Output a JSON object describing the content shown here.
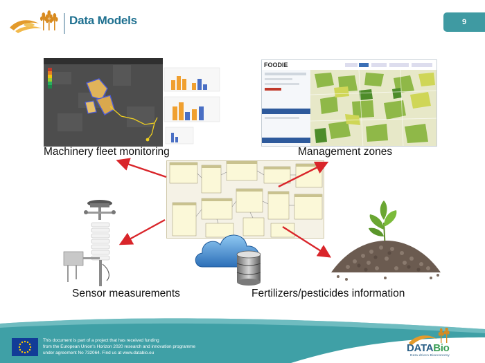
{
  "header": {
    "title": "Data Models",
    "page_number": "9"
  },
  "panels": {
    "machinery": {
      "caption": "Machinery fleet monitoring"
    },
    "management_zones": {
      "caption": "Management zones",
      "logo_text": "FOODIE"
    },
    "sensor": {
      "caption": "Sensor measurements"
    },
    "fertilizers": {
      "caption": "Fertilizers/pesticides information"
    }
  },
  "footer": {
    "line1": "This document is part of a project that has received funding",
    "line2": "from the European Union's Horizon 2020 research and innovation programme",
    "line3": "under agreement No 732064. Find us at www.databio.eu",
    "logo_main": "DATA",
    "logo_accent": "Bio",
    "logo_tagline": "Data-driven Bioeconomy"
  },
  "colors": {
    "title": "#1d6f8f",
    "page_badge": "#3f9aa2",
    "arrow": "#d9252a",
    "footer_band": "#3fa0a6"
  }
}
